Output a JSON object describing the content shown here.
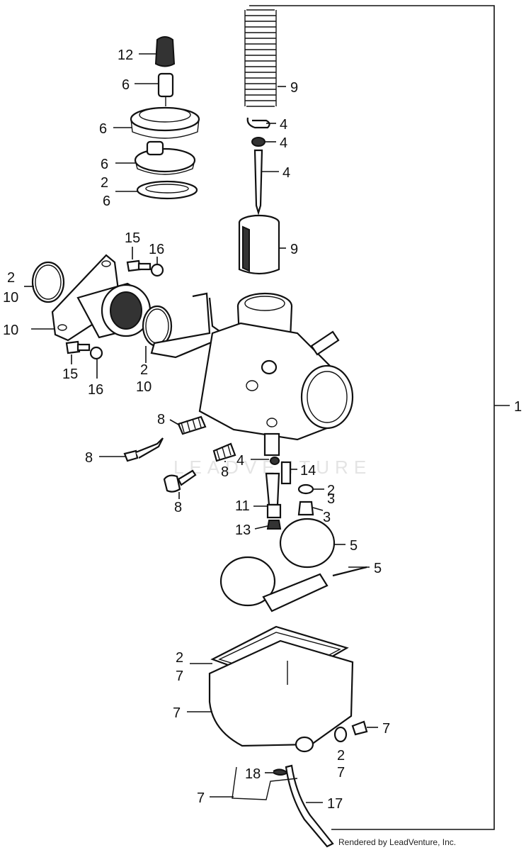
{
  "watermark": "LEADVENTURE",
  "credit": "Rendered by LeadVenture, Inc.",
  "callouts": {
    "c1": "1",
    "c12": "12",
    "c6a": "6",
    "c6b": "6",
    "c6c": "6",
    "c2a": "2",
    "c6d": "6",
    "c9a": "9",
    "c4a": "4",
    "c4b": "4",
    "c4c": "4",
    "c9b": "9",
    "c15a": "15",
    "c16a": "16",
    "c2b": "2",
    "c10a": "10",
    "c10b": "10",
    "c15b": "15",
    "c16b": "16",
    "c2c": "2",
    "c10c": "10",
    "c8a": "8",
    "c8b": "8",
    "c8c": "8",
    "c8d": "8",
    "c4d": "4",
    "c14": "14",
    "c2d": "2",
    "c3a": "3",
    "c3b": "3",
    "c11": "11",
    "c13": "13",
    "c5a": "5",
    "c5b": "5",
    "c2e": "2",
    "c7a": "7",
    "c7b": "7",
    "c7c": "7",
    "c2f": "2",
    "c7d": "7",
    "c18": "18",
    "c7e": "7",
    "c17": "17"
  }
}
